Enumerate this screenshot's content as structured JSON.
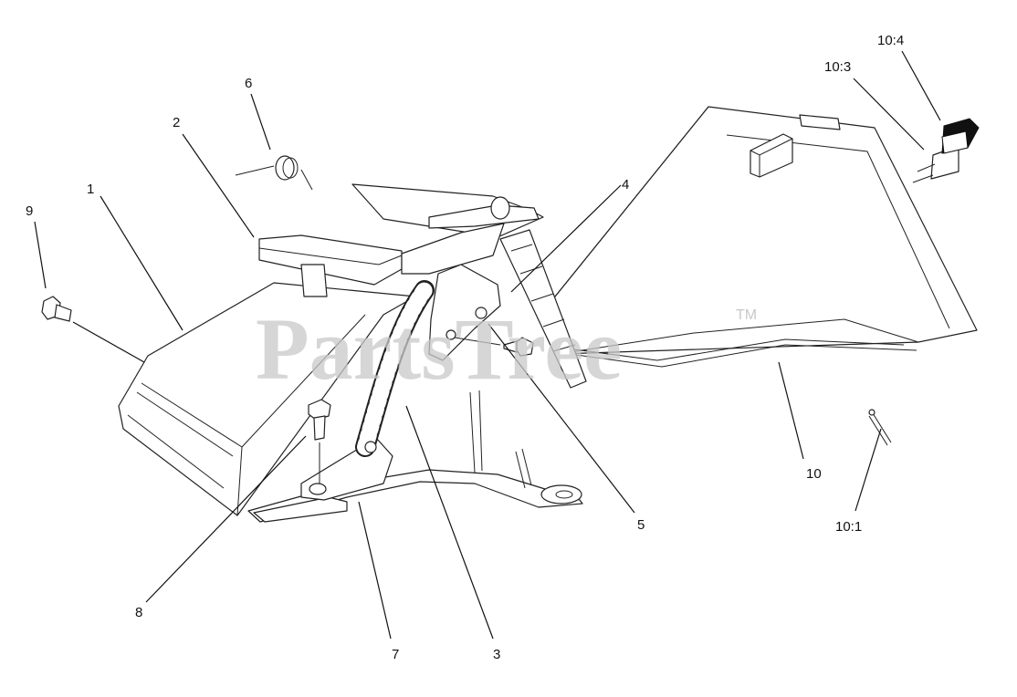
{
  "watermark": {
    "text": "PartsTree",
    "trademark": "TM"
  },
  "callouts": [
    {
      "id": "1",
      "label": "1"
    },
    {
      "id": "2",
      "label": "2"
    },
    {
      "id": "3",
      "label": "3"
    },
    {
      "id": "4",
      "label": "4"
    },
    {
      "id": "5",
      "label": "5"
    },
    {
      "id": "6",
      "label": "6"
    },
    {
      "id": "7",
      "label": "7"
    },
    {
      "id": "8",
      "label": "8"
    },
    {
      "id": "9",
      "label": "9"
    },
    {
      "id": "10",
      "label": "10"
    },
    {
      "id": "10_1",
      "label": "10:1"
    },
    {
      "id": "10_3",
      "label": "10:3"
    },
    {
      "id": "10_4",
      "label": "10:4"
    }
  ],
  "colors": {
    "line": "#222222",
    "watermark": "#c9c9c9",
    "background": "#ffffff"
  }
}
